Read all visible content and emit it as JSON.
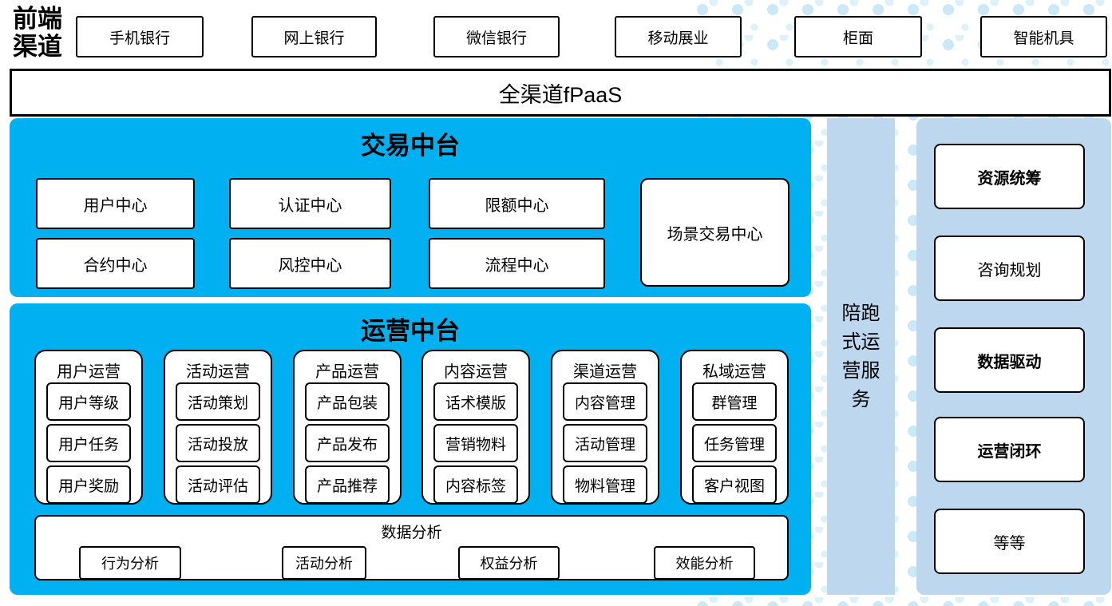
{
  "front_channels": {
    "label": "前端渠道",
    "items": [
      "手机银行",
      "网上银行",
      "微信银行",
      "移动展业",
      "柜面",
      "智能机具"
    ]
  },
  "fpaas_bar": {
    "label": "全渠道fPaaS"
  },
  "transaction_platform": {
    "title": "交易中台",
    "row1": [
      "用户中心",
      "认证中心",
      "限额中心"
    ],
    "row2": [
      "合约中心",
      "风控中心",
      "流程中心"
    ],
    "tall_box": "场景交易中心"
  },
  "operation_platform": {
    "title": "运营中台",
    "groups": [
      {
        "title": "用户运营",
        "items": [
          "用户等级",
          "用户任务",
          "用户奖励"
        ]
      },
      {
        "title": "活动运营",
        "items": [
          "活动策划",
          "活动投放",
          "活动评估"
        ]
      },
      {
        "title": "产品运营",
        "items": [
          "产品包装",
          "产品发布",
          "产品推荐"
        ]
      },
      {
        "title": "内容运营",
        "items": [
          "话术模版",
          "营销物料",
          "内容标签"
        ]
      },
      {
        "title": "渠道运营",
        "items": [
          "内容管理",
          "活动管理",
          "物料管理"
        ]
      },
      {
        "title": "私域运营",
        "items": [
          "群管理",
          "任务管理",
          "客户视图"
        ]
      }
    ],
    "analysis": {
      "title": "数据分析",
      "items": [
        "行为分析",
        "活动分析",
        "权益分析",
        "效能分析"
      ]
    }
  },
  "side_bar": {
    "label": "陪跑式运营服务"
  },
  "right_panel": {
    "items": [
      "资源统筹",
      "咨询规划",
      "数据驱动",
      "运营闭环",
      "等等"
    ]
  },
  "colors": {
    "primary_blue": "#00B0F0",
    "light_blue": "#BDD7EE",
    "dot_blue": "#CBE8F8"
  }
}
